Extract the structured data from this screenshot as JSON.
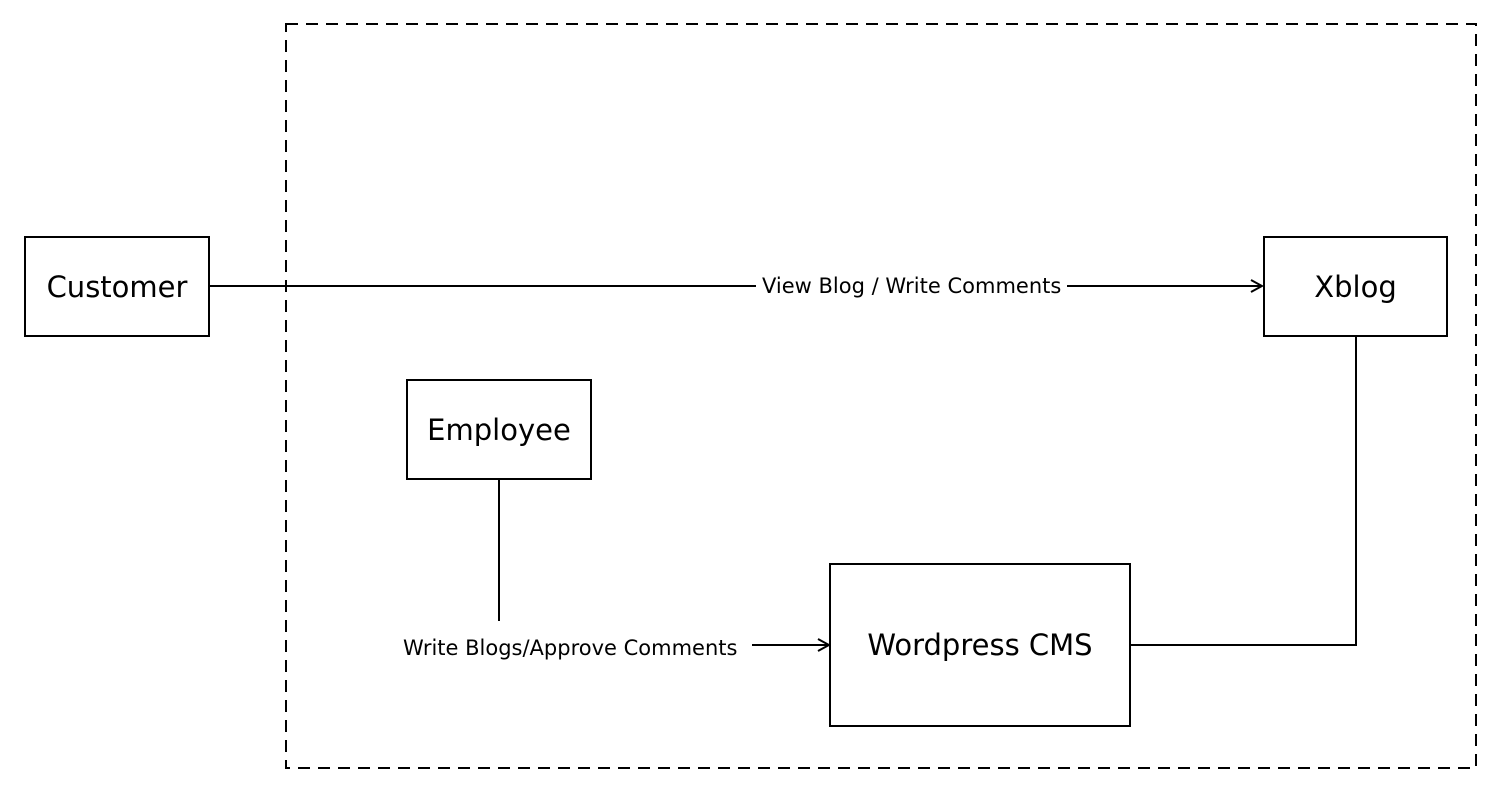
{
  "nodes": {
    "customer": "Customer",
    "xblog": "Xblog",
    "employee": "Employee",
    "cms": "Wordpress CMS"
  },
  "edges": {
    "customer_to_xblog": "View Blog / Write Comments",
    "employee_to_cms": "Write Blogs/Approve Comments"
  },
  "style": {
    "line_color": "#000000",
    "background": "#ffffff",
    "boundary": "dashed"
  }
}
